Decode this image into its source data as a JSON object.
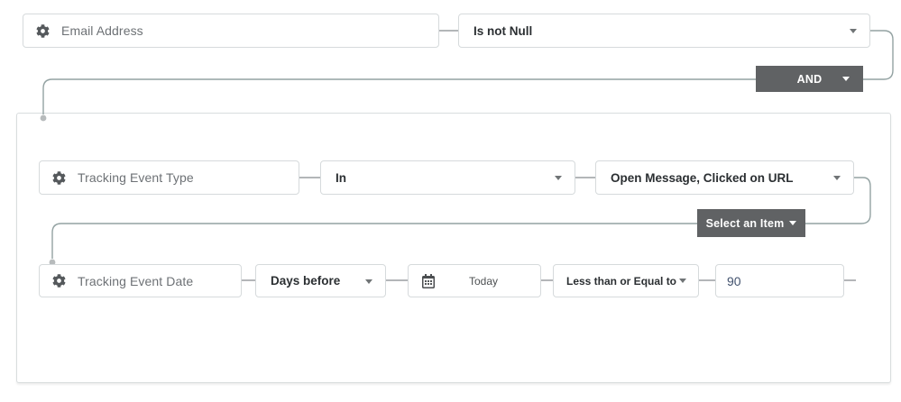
{
  "colors": {
    "connector_line": "#93a2a2",
    "box_border": "#d6dadc",
    "field_label_text": "#6d7175",
    "operator_text": "#2b2f32",
    "number_text": "#42526e",
    "dark_button_bg": "#606264",
    "dark_button_text": "#ffffff"
  },
  "icons": {
    "field": "gear-icon",
    "date": "calendar-icon",
    "dropdown": "caret-down-icon"
  },
  "top_condition": {
    "field_label": "Email Address",
    "operator_value": "Is not Null"
  },
  "logic_button": {
    "label": "AND"
  },
  "group": {
    "condition1": {
      "field_label": "Tracking Event Type",
      "operator_value": "In",
      "selected_value": "Open Message, Clicked on URL"
    },
    "select_item_button": {
      "label": "Select an Item"
    },
    "condition2": {
      "field_label": "Tracking Event Date",
      "operator_value": "Days before",
      "date_value": "Today",
      "comparator_value": "Less than or Equal to",
      "number_value": "90"
    }
  }
}
